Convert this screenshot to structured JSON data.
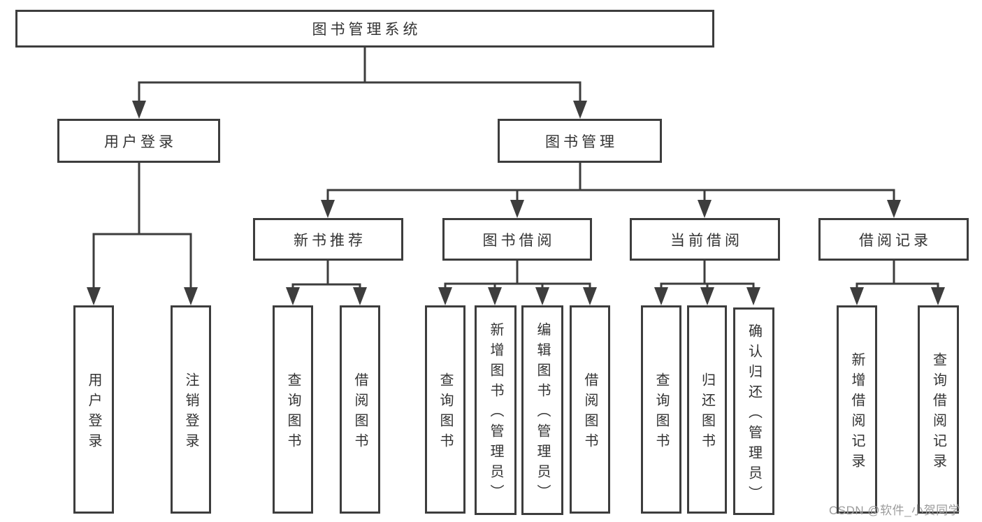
{
  "diagram": {
    "root_label": "图书管理系统",
    "user_branch": {
      "label": "用户登录",
      "children": [
        "用户登录",
        "注销登录"
      ]
    },
    "mgmt_branch": {
      "label": "图书管理",
      "groups": [
        {
          "label": "新书推荐",
          "children": [
            "查询图书",
            "借阅图书"
          ]
        },
        {
          "label": "图书借阅",
          "children": [
            "查询图书",
            "新增图书（管理员）",
            "编辑图书（管理员）",
            "借阅图书"
          ]
        },
        {
          "label": "当前借阅",
          "children": [
            "查询图书",
            "归还图书",
            "确认归还（管理员）"
          ]
        },
        {
          "label": "借阅记录",
          "children": [
            "新增借阅记录",
            "查询借阅记录"
          ]
        }
      ]
    },
    "colors": {
      "line": "#3d3d3d",
      "text": "#333333",
      "watermark_text": "#9c9c9c",
      "background": "#ffffff"
    }
  },
  "watermark": "CSDN @软件_小贺同学"
}
